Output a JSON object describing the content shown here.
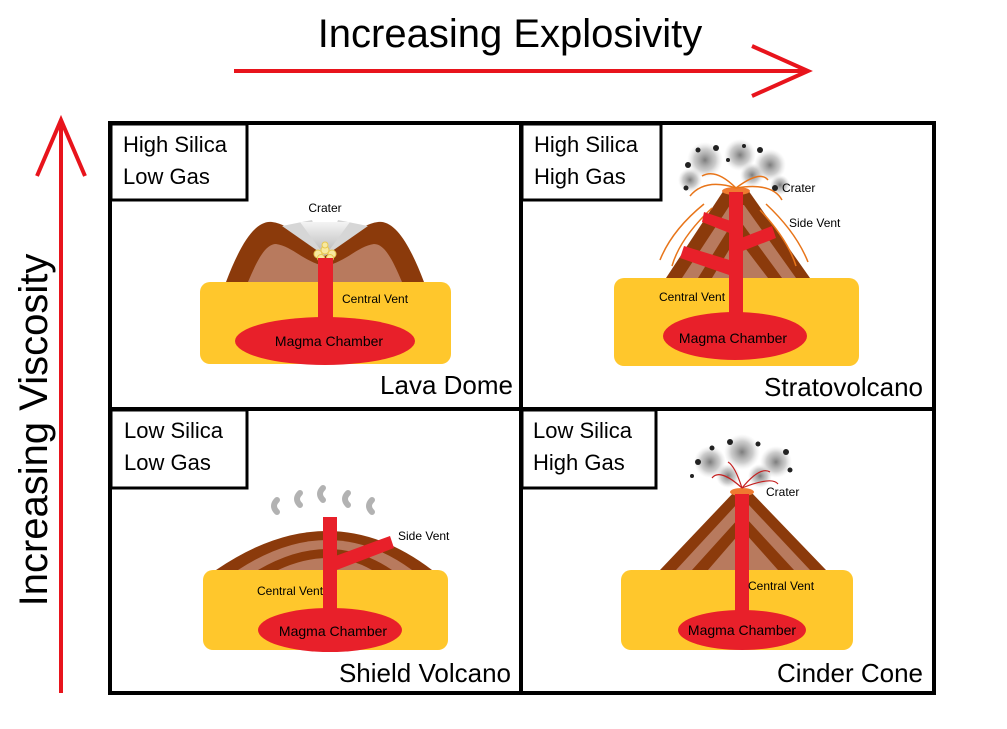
{
  "axes": {
    "x_title": "Increasing Explosivity",
    "y_title": "Increasing Viscosity"
  },
  "colors": {
    "arrow": "#e8141c",
    "ground": "#ffc72c",
    "magma": "#e8202a",
    "rock_dark": "#8b3a0b",
    "rock_light": "#b87a5e",
    "grid": "#000000"
  },
  "cells": [
    {
      "id": "lava-dome",
      "label_line1": "High Silica",
      "label_line2": "Low Gas",
      "name": "Lava Dome",
      "annotations": {
        "crater": "Crater",
        "central_vent": "Central Vent",
        "magma_chamber": "Magma Chamber"
      }
    },
    {
      "id": "stratovolcano",
      "label_line1": "High Silica",
      "label_line2": "High Gas",
      "name": "Stratovolcano",
      "annotations": {
        "crater": "Crater",
        "side_vent": "Side Vent",
        "central_vent": "Central Vent",
        "magma_chamber": "Magma Chamber"
      }
    },
    {
      "id": "shield-volcano",
      "label_line1": "Low Silica",
      "label_line2": "Low Gas",
      "name": "Shield Volcano",
      "annotations": {
        "side_vent": "Side Vent",
        "central_vent": "Central Vent",
        "magma_chamber": "Magma Chamber"
      }
    },
    {
      "id": "cinder-cone",
      "label_line1": "Low Silica",
      "label_line2": "High Gas",
      "name": "Cinder Cone",
      "annotations": {
        "crater": "Crater",
        "central_vent": "Central Vent",
        "magma_chamber": "Magma Chamber"
      }
    }
  ]
}
